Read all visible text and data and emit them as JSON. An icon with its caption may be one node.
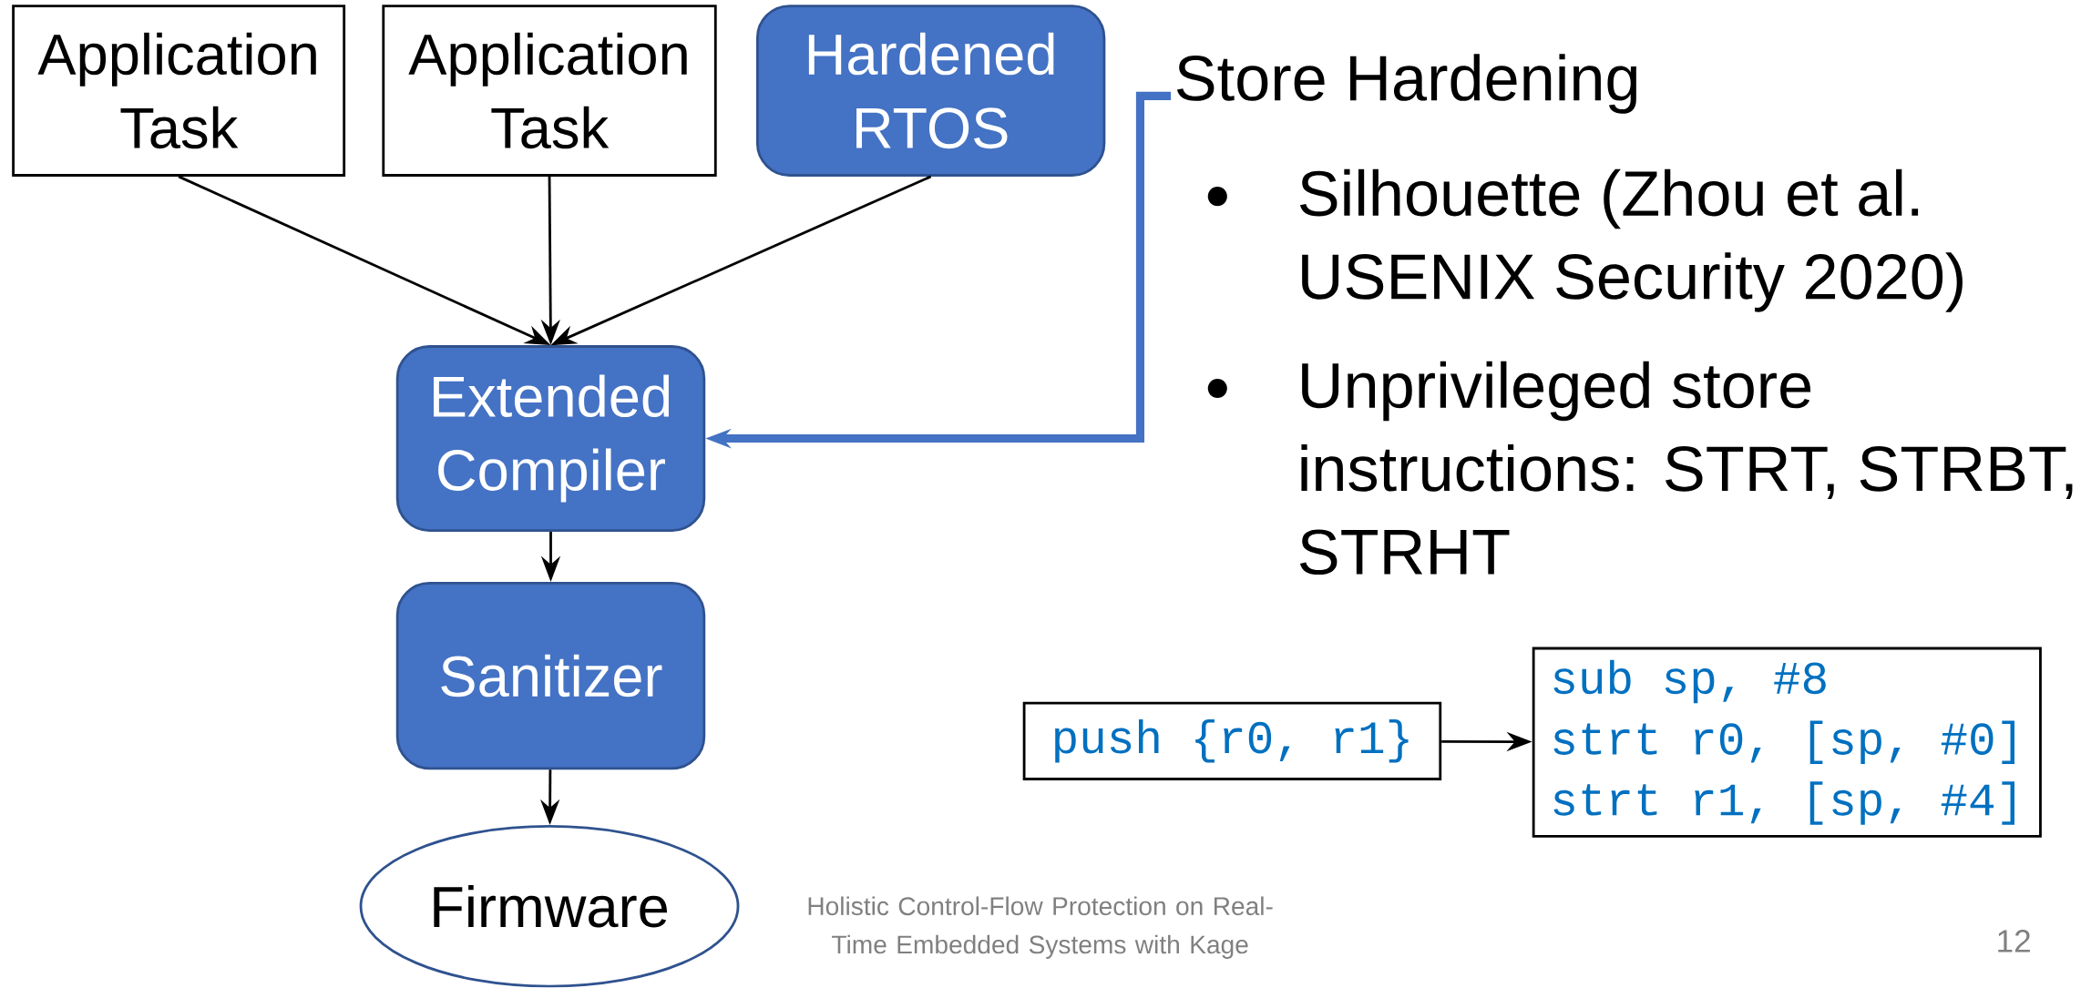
{
  "diagram": {
    "nodes": [
      {
        "text": [
          "Application Task"
        ]
      },
      {
        "text": [
          "Application Task"
        ]
      },
      {
        "text": [
          "Hardened RTOS"
        ]
      },
      {
        "text": [
          "Extended Compiler"
        ]
      },
      {
        "text": [
          "Sanitizer"
        ]
      },
      {
        "text": [
          "Firmware"
        ]
      },
      {
        "text": [
          "Store Hardening",
          "Silhouette (Zhou et al. USENIX Security 2020)",
          "Unprivileged store instructions: STRT, STRBT, STRHT"
        ]
      },
      {
        "text": [
          "push {r0, r1}"
        ]
      },
      {
        "text": [
          "sub sp, #8",
          "strt r0, [sp, #0]",
          "strt r1, [sp, #4]"
        ]
      }
    ],
    "edges": [
      {
        "from": 0,
        "to": 3,
        "arrow": "to"
      },
      {
        "from": 1,
        "to": 3,
        "arrow": "to"
      },
      {
        "from": 2,
        "to": 3,
        "arrow": "to"
      },
      {
        "from": 3,
        "to": 4,
        "arrow": "to"
      },
      {
        "from": 4,
        "to": 5,
        "arrow": "to"
      },
      {
        "from": 6,
        "to": 3,
        "arrow": "to",
        "style": "thick",
        "color": "#4472c4"
      },
      {
        "from": 7,
        "to": 8,
        "arrow": "to"
      }
    ],
    "labels": [
      "Holistic Control-Flow Protection on Real-Time Embedded Systems with Kage",
      "12"
    ]
  }
}
